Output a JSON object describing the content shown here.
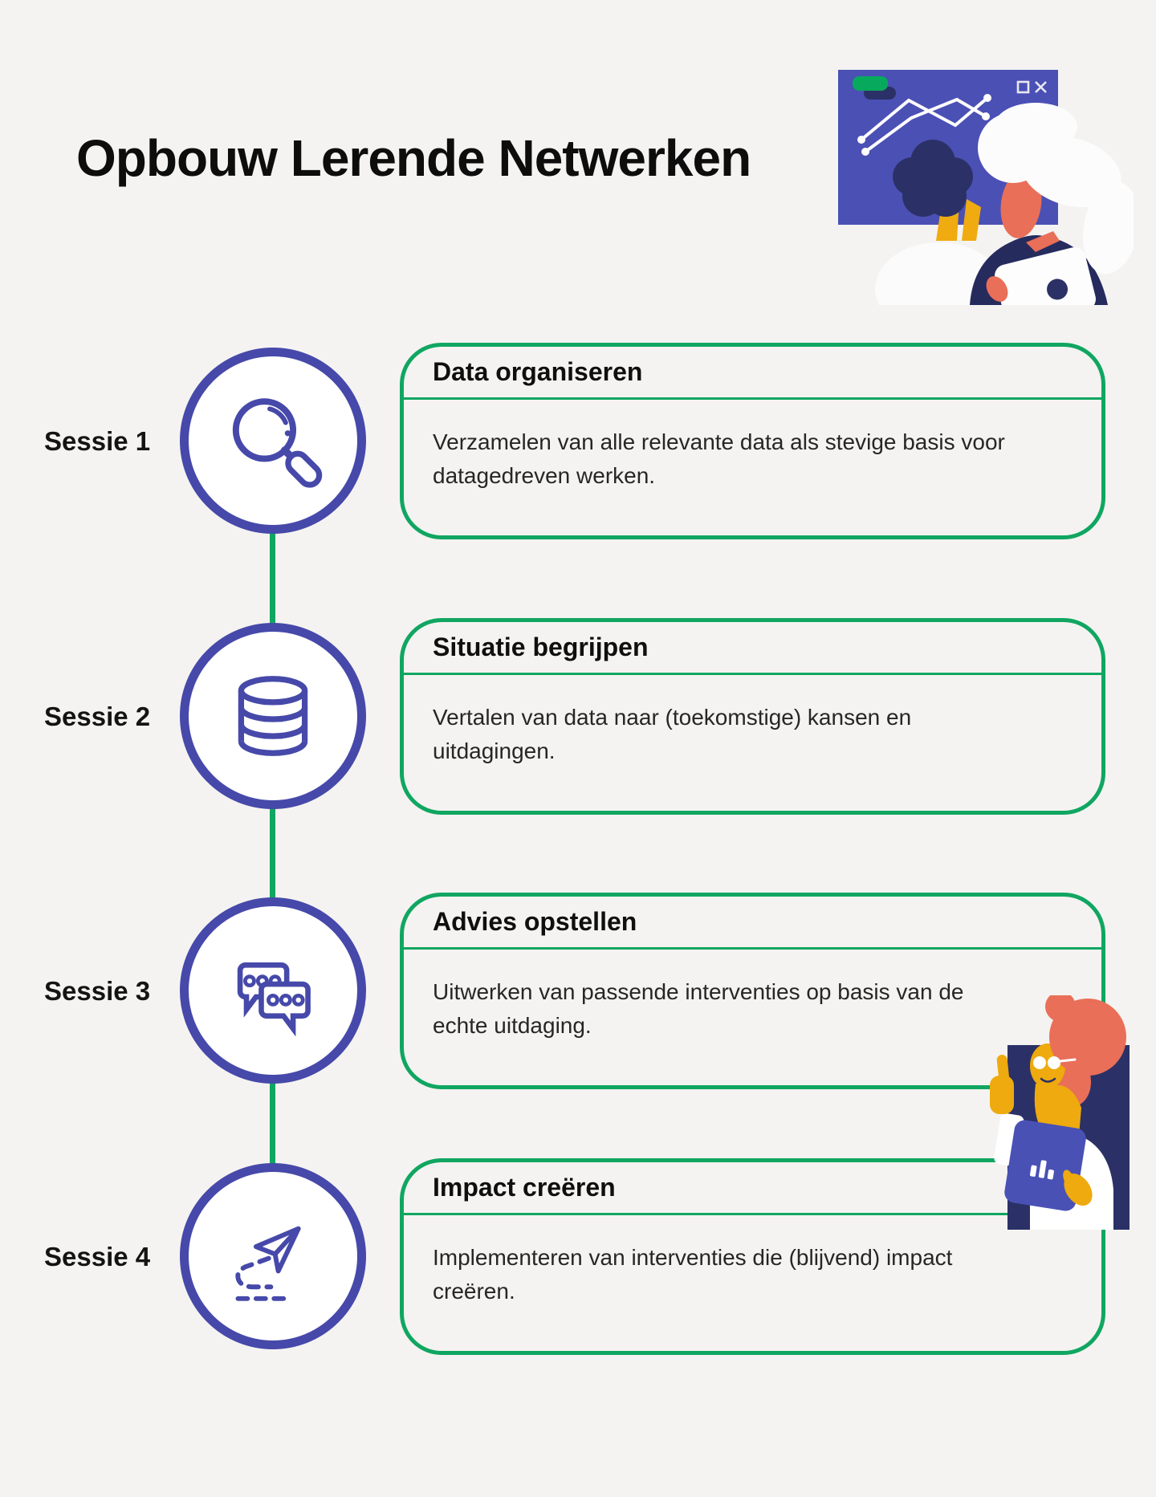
{
  "page": {
    "title": "Opbouw Lerende Netwerken",
    "background_color": "#f4f3f1"
  },
  "colors": {
    "accent_green": "#10a661",
    "accent_blue": "#4649a9",
    "illustration_purple": "#4b50b5",
    "illustration_navy": "#2b3166",
    "illustration_coral": "#e96f58",
    "illustration_yellow": "#eeaa0e",
    "text_dark": "#0d0d0d"
  },
  "sessions": [
    {
      "label": "Sessie 1",
      "icon": "magnifier-icon",
      "title": "Data organiseren",
      "body": "Verzamelen van alle relevante data als stevige basis voor\ndatagedreven werken."
    },
    {
      "label": "Sessie 2",
      "icon": "database-icon",
      "title": "Situatie begrijpen",
      "body": "Vertalen van data naar (toekomstige) kansen en\nuitdagingen."
    },
    {
      "label": "Sessie 3",
      "icon": "chat-bubbles-icon",
      "title": "Advies opstellen",
      "body": "Uitwerken van passende interventies op basis van de\nechte uitdaging."
    },
    {
      "label": "Sessie 4",
      "icon": "paper-plane-icon",
      "title": "Impact creëren",
      "body": "Implementeren van interventies die (blijvend) impact\ncreëren."
    }
  ],
  "illustrations": {
    "top_right": "two-people-discussing-line-chart-presentation",
    "bottom_right": "person-with-glasses-thumbs-up-holding-chart-tablet"
  }
}
